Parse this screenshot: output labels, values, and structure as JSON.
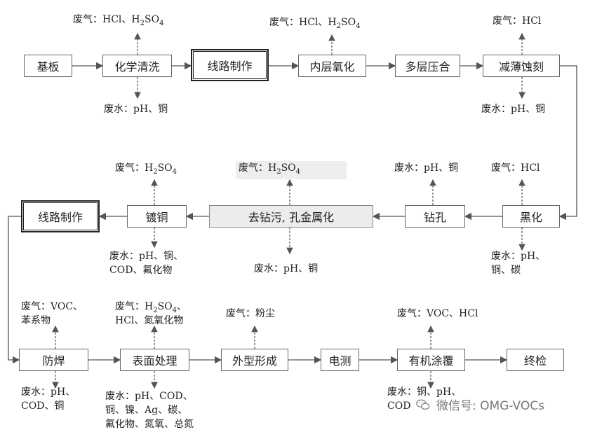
{
  "nodes": {
    "substrate": "基板",
    "chem_clean": "化学清洗",
    "circuit_1": "线路制作",
    "inner_oxid": "内层氧化",
    "lamination": "多层压合",
    "thin_etch": "减薄蚀刻",
    "blacken": "黑化",
    "drill": "钻孔",
    "desmear": "去钻污, 孔金属化",
    "cu_plate": "镀铜",
    "circuit_2": "线路制作",
    "solder_mask": "防焊",
    "surface": "表面处理",
    "profile": "外型形成",
    "e_test": "电测",
    "org_coat": "有机涂覆",
    "final": "终检"
  },
  "emissions": {
    "chem_clean_gas": [
      "废气：HCl、H",
      "2",
      "SO",
      "4"
    ],
    "chem_clean_water": "废水：pH、铜",
    "inner_oxid_gas": [
      "废气：HCl、H",
      "2",
      "SO",
      "4"
    ],
    "thin_etch_gas": "废气：HCl",
    "thin_etch_water": "废水：pH、铜",
    "blacken_gas": "废气：HCl",
    "blacken_water_1": "废水：pH、",
    "blacken_water_2": "铜、碳",
    "drill_water": "废水：pH、铜",
    "desmear_gas": [
      "废气：H",
      "2",
      "SO",
      "4"
    ],
    "desmear_water": "废水：pH、铜",
    "cu_plate_gas": [
      "废气：H",
      "2",
      "SO",
      "4"
    ],
    "cu_plate_water_1": "废水：pH、铜、",
    "cu_plate_water_2": "COD、氟化物",
    "solder_gas_1": "废气：VOC、",
    "solder_gas_2": "苯系物",
    "solder_water_1": "废水：pH、",
    "solder_water_2": "COD、铜",
    "surface_gas_1": [
      "废气：H",
      "2",
      "SO",
      "4",
      "、"
    ],
    "surface_gas_2": "HCl、氮氧化物",
    "surface_water_1": "废水：pH、COD、",
    "surface_water_2": "铜、镍、Ag、碳、",
    "surface_water_3": "氟化物、氮氧、总氮",
    "profile_gas": "废气：粉尘",
    "org_coat_gas": "废气：VOC、HCl",
    "org_coat_water_1": "废水：铜、pH、",
    "org_coat_water_2": "COD"
  },
  "watermark": "微信号: OMG-VOCs"
}
